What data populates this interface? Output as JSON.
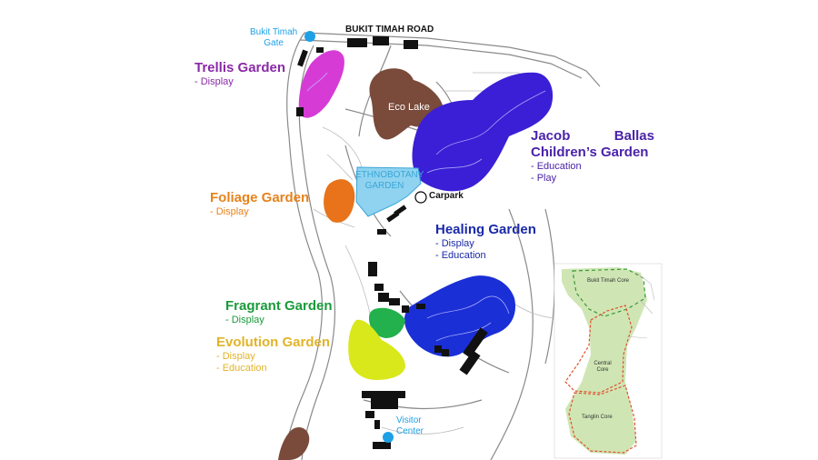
{
  "colors": {
    "trellis": "#d63bd6",
    "ecolake": "#7a4a3a",
    "jacob": "#3a1fd6",
    "ethno": "#8fd3f0",
    "foliage": "#e8731a",
    "healing": "#1a2fd6",
    "fragrant": "#22b14c",
    "evolution": "#d9e81a",
    "gate": "#1ea0e6",
    "inset_green": "#cfe6b4",
    "inset_red": "#e05030",
    "inset_dash_green": "#3a9a3a"
  },
  "top": {
    "gate_label": [
      "Bukit Timah",
      "Gate"
    ],
    "road_label": "BUKIT TIMAH ROAD"
  },
  "gardens": {
    "trellis": {
      "name": "Trellis Garden",
      "uses": [
        "- Display"
      ]
    },
    "ecolake": {
      "name": "Eco Lake"
    },
    "jacob": {
      "name_line1_a": "Jacob",
      "name_line1_b": "Ballas",
      "name_line2": "Children’s Garden",
      "uses": [
        "- Education",
        "- Play"
      ]
    },
    "ethno": {
      "name": [
        "ETHNOBOTANY",
        "GARDEN"
      ]
    },
    "foliage": {
      "name": "Foliage Garden",
      "uses": [
        "- Display"
      ]
    },
    "healing": {
      "name": "Healing Garden",
      "uses": [
        "- Display",
        "- Education"
      ]
    },
    "fragrant": {
      "name": "Fragrant Garden",
      "uses": [
        "- Display"
      ]
    },
    "evolution": {
      "name": "Evolution Garden",
      "uses": [
        "- Display",
        "- Education"
      ]
    }
  },
  "carpark_label": "Carpark",
  "visitor_label": [
    "Visitor",
    "Center"
  ],
  "inset": {
    "cores": [
      "Bukit Timah Core",
      "Central Core",
      "Tanglin Core"
    ]
  }
}
